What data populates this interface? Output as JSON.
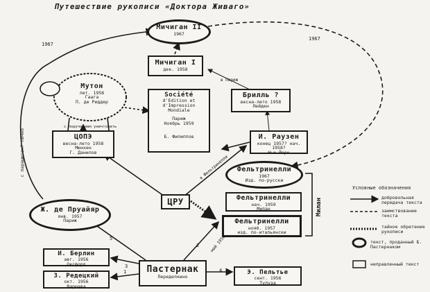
{
  "title": "Путешествие рукописи «Доктора Живаго»",
  "nodes": {
    "michigan2": {
      "name": "Мичиган II",
      "year": "1967"
    },
    "michigan1": {
      "name": "Мичиган I",
      "date": "дек. 1958"
    },
    "mouton": {
      "name": "Мутон",
      "date": "лет. 1958",
      "place": "Гаага",
      "person": "П. де Риддер"
    },
    "societe": {
      "line1": "Société",
      "line2": "d'Edition et",
      "line3": "d'Impression",
      "line4": "Mondiale",
      "place": "Париж",
      "date": "Ноябрь 1959",
      "person": "Б. Филиппов"
    },
    "brill": {
      "name": "Брилль ?",
      "date": "весна-лето 1958",
      "place": "Лейден"
    },
    "ciope": {
      "name": "ЦОПЭ",
      "date": "весна-лето 1958",
      "place": "Мюнхен",
      "person": "Г. Данилов"
    },
    "rausen": {
      "name": "И. Раузен",
      "date": "конец 1957? нач. 1958?",
      "place": "Нью-Йорк"
    },
    "feltrinelli1": {
      "name": "Фельтринелли",
      "year": "1967",
      "note": "Изд. по-русски"
    },
    "feltrinelli2": {
      "name": "Фельтринелли",
      "date": "нач. 1959",
      "place": "Милан"
    },
    "feltrinelli3": {
      "name": "Фельтринелли",
      "date": "нояб. 1957",
      "note": "изд. по-итальянски"
    },
    "cia": {
      "name": "ЦРУ"
    },
    "prouayar": {
      "name": "Ж. де Пруайяр",
      "date": "янв. 1957",
      "place": "Париж"
    },
    "berlin": {
      "name": "И. Берлин",
      "date": "авг. 1956",
      "place": "Оксфорд"
    },
    "redetsky": {
      "name": "З. Редецкий",
      "date": "окт. 1956",
      "place": "Варшава"
    },
    "pasternak": {
      "name": "Пастернак",
      "place": "Переделкино"
    },
    "pelte": {
      "name": "Э. Пельтье",
      "date": "сент. 1956",
      "place": "Тулуза"
    }
  },
  "edge_labels": {
    "y1967a": "1967",
    "y1967b": "1967",
    "ciope_mouton": "с поручением уничтожить",
    "prouayar_side": "с парашютом? лично",
    "to_pariah": "в Париж",
    "to_feltrinelli": "в Фельтринелли",
    "n2": "2",
    "n3": "3",
    "n4": "4",
    "n5": "5",
    "n1": "1",
    "may1956": "май 1956",
    "milan": "Милан"
  },
  "legend": {
    "title": "Условные обозначения",
    "items": [
      {
        "label": "добровольная передача текста"
      },
      {
        "label": "заимствование текста"
      },
      {
        "label": "тайное обретение рукописи"
      },
      {
        "label": "текст, проданный Б. Пастернаком"
      },
      {
        "label": "неправленный текст"
      }
    ]
  },
  "colors": {
    "ink": "#1b1b1b",
    "paper": "#f4f3ef"
  }
}
